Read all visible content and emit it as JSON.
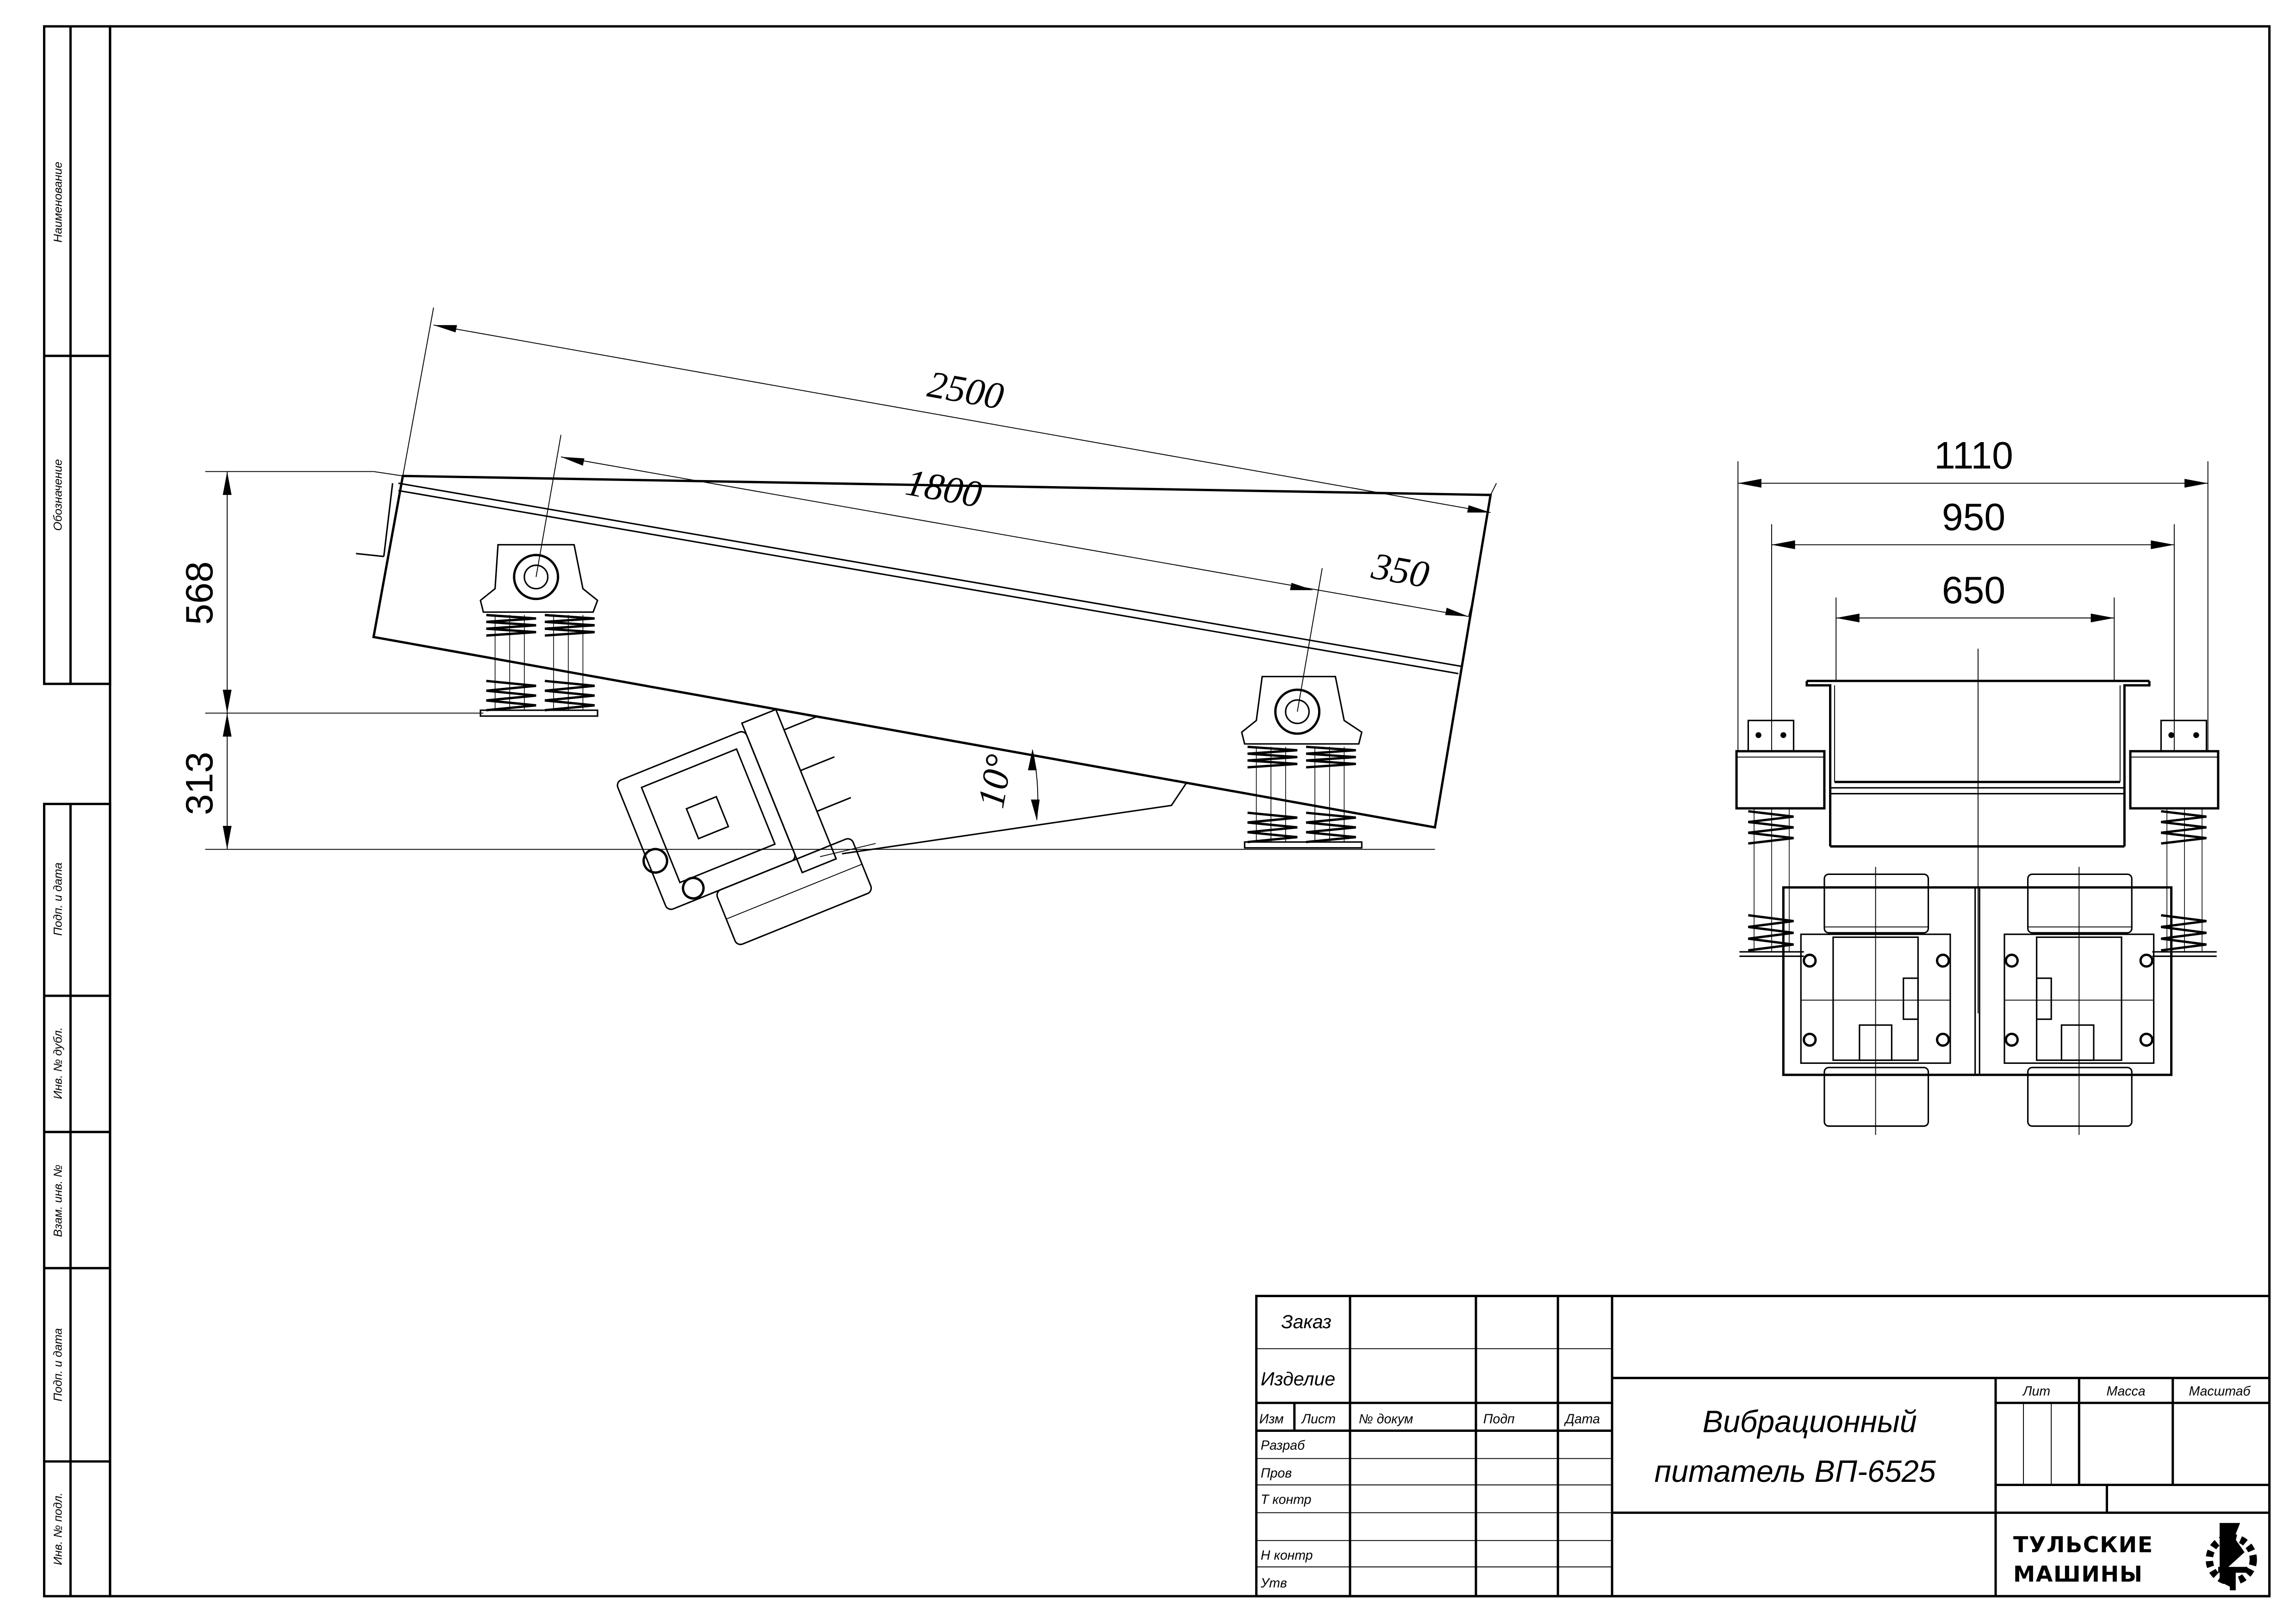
{
  "side_strip": {
    "labels": [
      "Наименование",
      "Обозначение",
      "Подп. и дата",
      "Инв. № дубл.",
      "Взам. инв. №",
      "Подп. и дата",
      "Инв. № подл."
    ]
  },
  "side_view": {
    "dims": {
      "length_total": "2500",
      "support_span": "1800",
      "end_offset": "350",
      "height_upper": "568",
      "height_lower": "313",
      "angle": "10°"
    }
  },
  "front_view": {
    "dims": {
      "overall_width": "1110",
      "support_width": "950",
      "trough_width": "650"
    }
  },
  "title_block": {
    "order_label": "Заказ",
    "product_label": "Изделие",
    "col_headers": [
      "Изм",
      "Лист",
      "№ докум",
      "Подп",
      "Дата"
    ],
    "roles": [
      "Разраб",
      "Пров",
      "Т контр",
      "",
      "Н контр",
      "Утв"
    ],
    "title_line1": "Вибрационный",
    "title_line2": "питатель ВП-6525",
    "lit_label": "Лит",
    "mass_label": "Масса",
    "scale_label": "Масштаб",
    "company_line1": "ТУЛЬСКИЕ",
    "company_line2": "МАШИНЫ"
  }
}
